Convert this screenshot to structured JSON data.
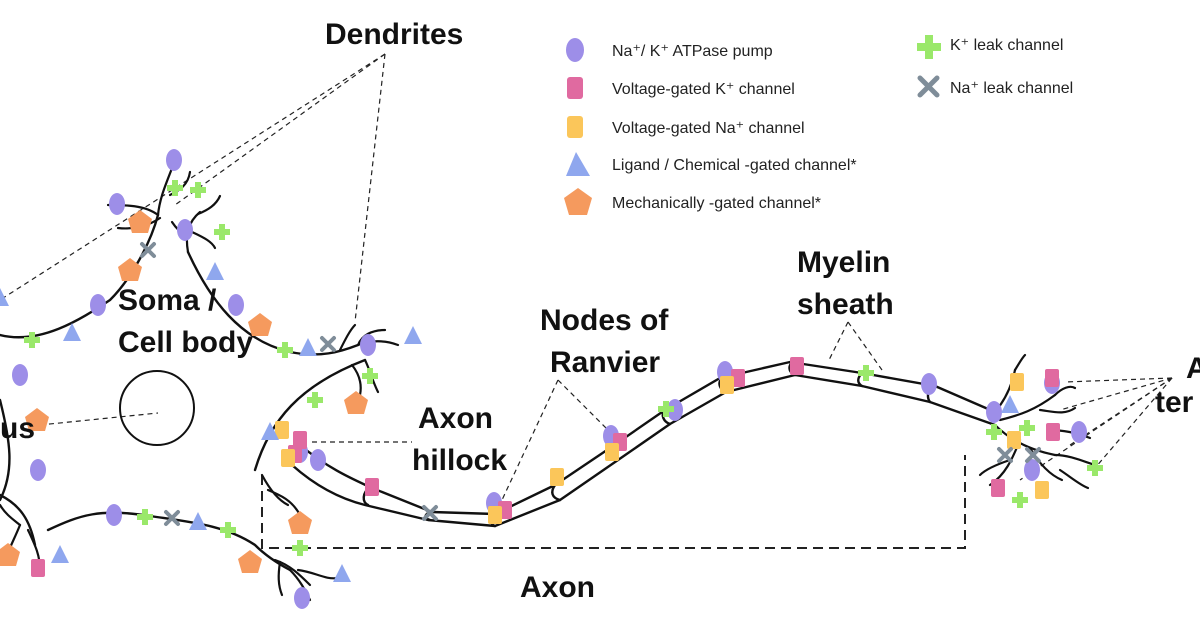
{
  "labels": {
    "dendrites": "Dendrites",
    "soma_line1": "Soma /",
    "soma_line2": "Cell body",
    "nucleus_partial": "us",
    "axon_hillock_line1": "Axon",
    "axon_hillock_line2": "hillock",
    "nodes_line1": "Nodes of",
    "nodes_line2": "Ranvier",
    "myelin_line1": "Myelin",
    "myelin_line2": "sheath",
    "axon": "Axon",
    "terminal_partial_1": "A",
    "terminal_partial_2": "ter"
  },
  "legend": [
    {
      "key": "na-k-pump",
      "label": "Na⁺/ K⁺ ATPase pump",
      "shape": "ellipse",
      "color": "#9d8ee8"
    },
    {
      "key": "vg-k",
      "label": "Voltage-gated K⁺ channel",
      "shape": "rounded-rect",
      "color": "#e06aa0"
    },
    {
      "key": "vg-na",
      "label": "Voltage-gated Na⁺ channel",
      "shape": "rounded-rect",
      "color": "#fbc65a"
    },
    {
      "key": "ligand",
      "label": "Ligand / Chemical -gated channel*",
      "shape": "triangle",
      "color": "#8fa7ee"
    },
    {
      "key": "mech",
      "label": "Mechanically -gated channel*",
      "shape": "pentagon",
      "color": "#f59a5e"
    },
    {
      "key": "k-leak",
      "label": "K⁺ leak channel",
      "shape": "cross",
      "color": "#9ae86a"
    },
    {
      "key": "na-leak",
      "label": "Na⁺ leak channel",
      "shape": "x",
      "color": "#7f8d99"
    }
  ],
  "colors": {
    "outline": "#111111",
    "pump": "#9d8ee8",
    "vg_k": "#e06aa0",
    "vg_na": "#fbc65a",
    "ligand": "#8fa7ee",
    "mech": "#f59a5e",
    "k_leak": "#9ae86a",
    "na_leak": "#7f8d99"
  }
}
